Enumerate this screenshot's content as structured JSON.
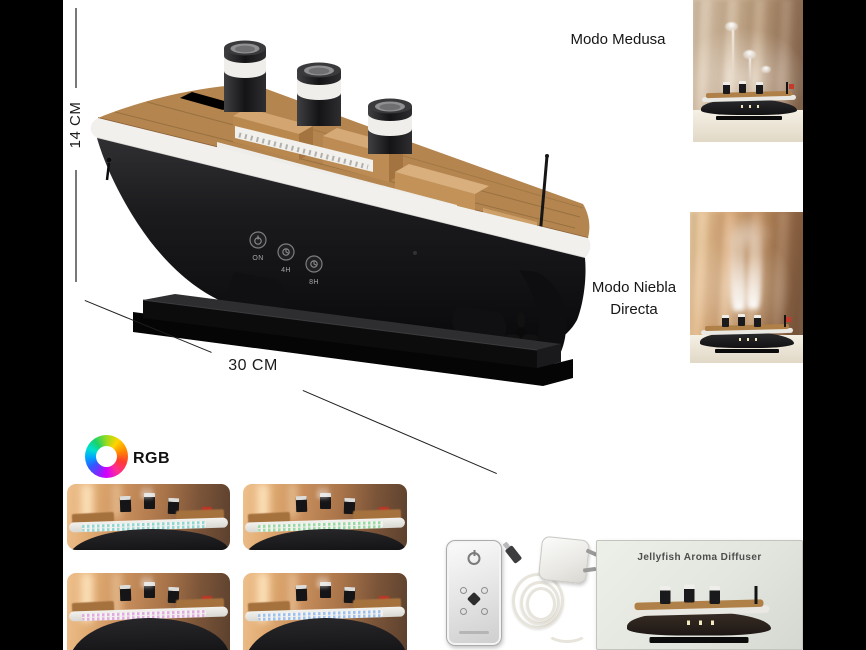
{
  "annotations": {
    "height_label": "14 CM",
    "length_label": "30 CM"
  },
  "modes": {
    "jellyfish": {
      "label": "Modo Medusa"
    },
    "direct_mist": {
      "label_line1": "Modo Niebla",
      "label_line2": "Directa"
    }
  },
  "rgb": {
    "label": "RGB",
    "variants": [
      {
        "name": "cyan",
        "hex": "#8fd8d4"
      },
      {
        "name": "green",
        "hex": "#97dba4"
      },
      {
        "name": "pink",
        "hex": "#e2abdf"
      },
      {
        "name": "blue",
        "hex": "#9dc1ee"
      }
    ]
  },
  "device": {
    "buttons": {
      "on": "ON",
      "h4": "4H",
      "h8": "8H"
    }
  },
  "box": {
    "title": "Jellyfish Aroma Diffuser"
  },
  "colors": {
    "canvas": "#ffffff",
    "side_strips": "#000000",
    "dimension_line_vertical": "#787878",
    "dimension_line_diagonal": "#1f1f1f",
    "annotation_text": "#1c1c1c",
    "hull_black": "#1b1b1e",
    "deck_wood": "#b5854f",
    "band_white": "#f1f0ec",
    "flag_red": "#c13526"
  }
}
